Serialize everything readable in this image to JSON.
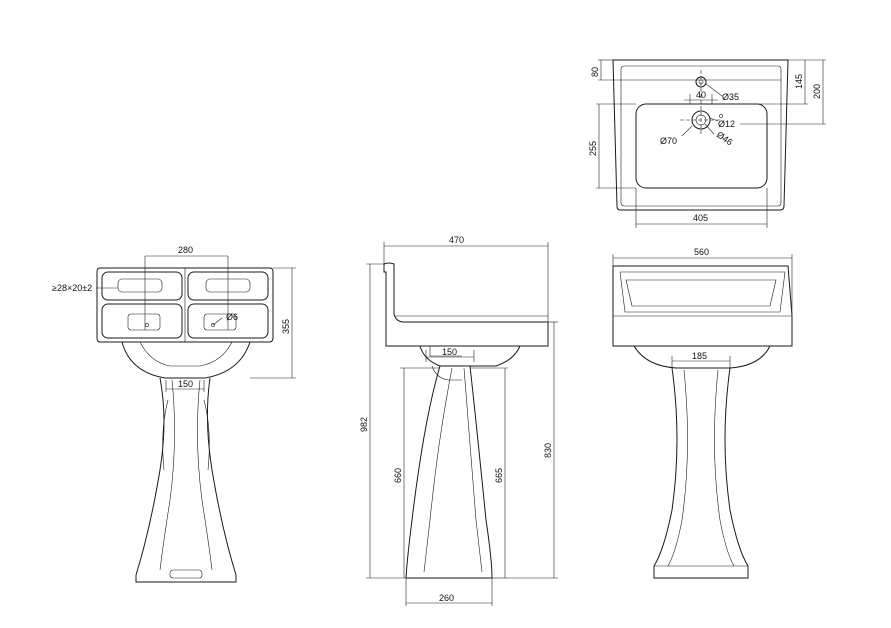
{
  "colors": {
    "line": "#1a1a1a",
    "background": "#ffffff"
  },
  "dimensions": {
    "rear_view": {
      "width_top": "280",
      "height": "355",
      "slot": "≥28×20±2",
      "hole": "Ø6",
      "pedestal_top": "150"
    },
    "side_view": {
      "depth": "470",
      "total_height": "982",
      "pedestal_height_back": "660",
      "pedestal_height_front": "665",
      "rim_height": "830",
      "waste_width": "150",
      "base_width": "260"
    },
    "front_view": {
      "width": "560",
      "pedestal_top": "185"
    },
    "plan_view": {
      "rim_back": "80",
      "tap_offset_1": "145",
      "tap_offset_2": "200",
      "tap_spacing": "40",
      "tap_hole": "Ø35",
      "overflow": "Ø12",
      "waste_hole": "Ø70",
      "waste_inner": "Ø46",
      "bowl_depth": "255",
      "bowl_width": "405"
    }
  }
}
